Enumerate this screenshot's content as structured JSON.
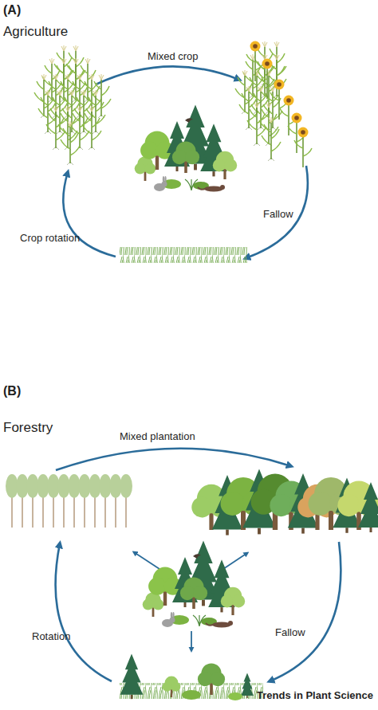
{
  "diagram": {
    "labels": [
      "(A)",
      "Agriculture",
      "Mixed crop",
      "Fallow",
      "Crop rotation",
      "(B)",
      "Forestry",
      "Mixed plantation",
      "Fallow",
      "Rotation",
      "Trends in Plant Science"
    ]
  }
}
